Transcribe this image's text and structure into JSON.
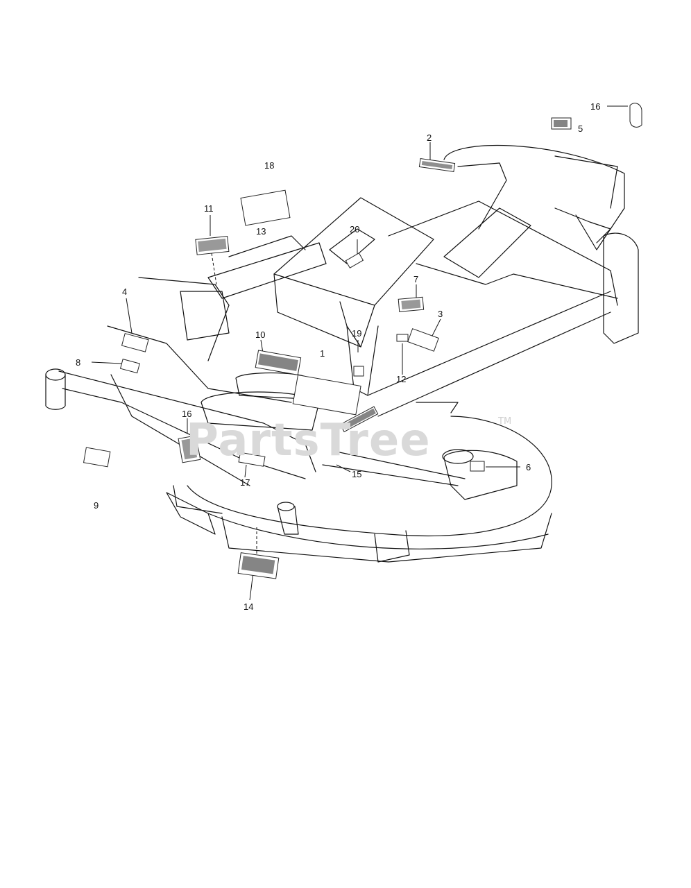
{
  "diagram": {
    "callouts": [
      "1",
      "2",
      "3",
      "4",
      "5",
      "6",
      "7",
      "8",
      "9",
      "10",
      "11",
      "12",
      "13",
      "14",
      "15",
      "16",
      "16",
      "17",
      "18",
      "19",
      "20"
    ]
  },
  "watermark": {
    "text": "PartsTree",
    "tm": "TM"
  },
  "colors": {
    "line": "#111111",
    "watermark": "#d9d9d9",
    "decal": "#333333"
  }
}
